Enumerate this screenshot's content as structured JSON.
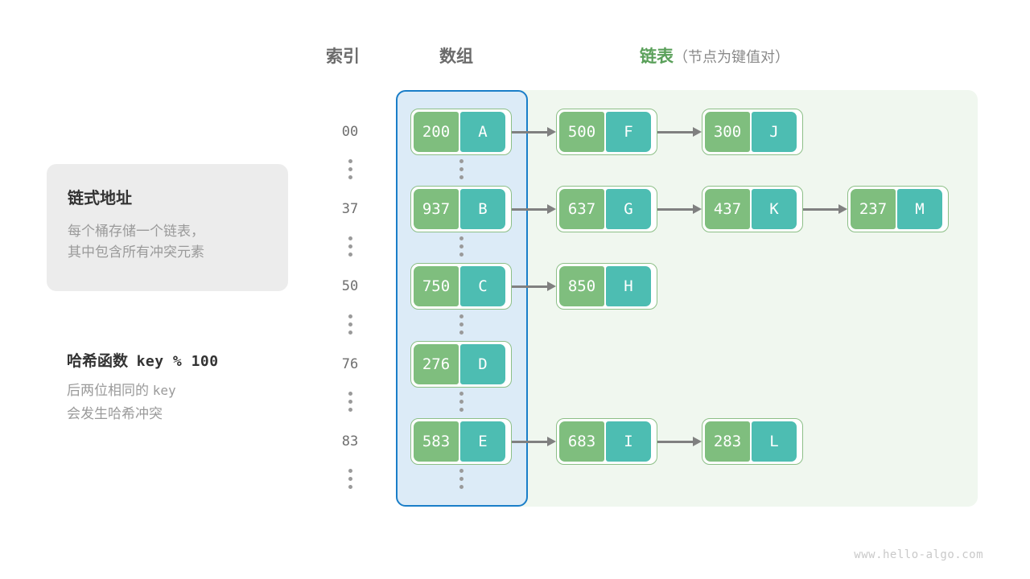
{
  "headers": {
    "index": "索引",
    "array": "数组",
    "list_main": "链表",
    "list_sub": "（节点为键值对）"
  },
  "info_card": {
    "title": "链式地址",
    "line1": "每个桶存储一个链表，",
    "line2": "其中包含所有冲突元素"
  },
  "hash_note": {
    "title_cn": "哈希函数",
    "title_expr": "key % 100",
    "line1_cn": "后两位相同的",
    "line1_mono": "key",
    "line2": "会发生哈希冲突"
  },
  "colors": {
    "key_fill": "#7fbe7e",
    "value_fill": "#4dbdb2",
    "node_border": "#8cbf87",
    "array_panel_fill": "#dcebf7",
    "array_panel_border": "#1a7ec8",
    "list_panel_fill": "#f0f7ef",
    "arrow": "#808080",
    "accent_green": "#5aa05a",
    "muted_text": "#9a9a9a"
  },
  "buckets": [
    {
      "index": "00",
      "nodes": [
        {
          "key": "200",
          "value": "A"
        },
        {
          "key": "500",
          "value": "F"
        },
        {
          "key": "300",
          "value": "J"
        }
      ]
    },
    {
      "index": "37",
      "nodes": [
        {
          "key": "937",
          "value": "B"
        },
        {
          "key": "637",
          "value": "G"
        },
        {
          "key": "437",
          "value": "K"
        },
        {
          "key": "237",
          "value": "M"
        }
      ]
    },
    {
      "index": "50",
      "nodes": [
        {
          "key": "750",
          "value": "C"
        },
        {
          "key": "850",
          "value": "H"
        }
      ]
    },
    {
      "index": "76",
      "nodes": [
        {
          "key": "276",
          "value": "D"
        }
      ]
    },
    {
      "index": "83",
      "nodes": [
        {
          "key": "583",
          "value": "E"
        },
        {
          "key": "683",
          "value": "I"
        },
        {
          "key": "283",
          "value": "L"
        }
      ]
    }
  ],
  "ellipsis_rows": 6,
  "watermark": "www.hello-algo.com"
}
